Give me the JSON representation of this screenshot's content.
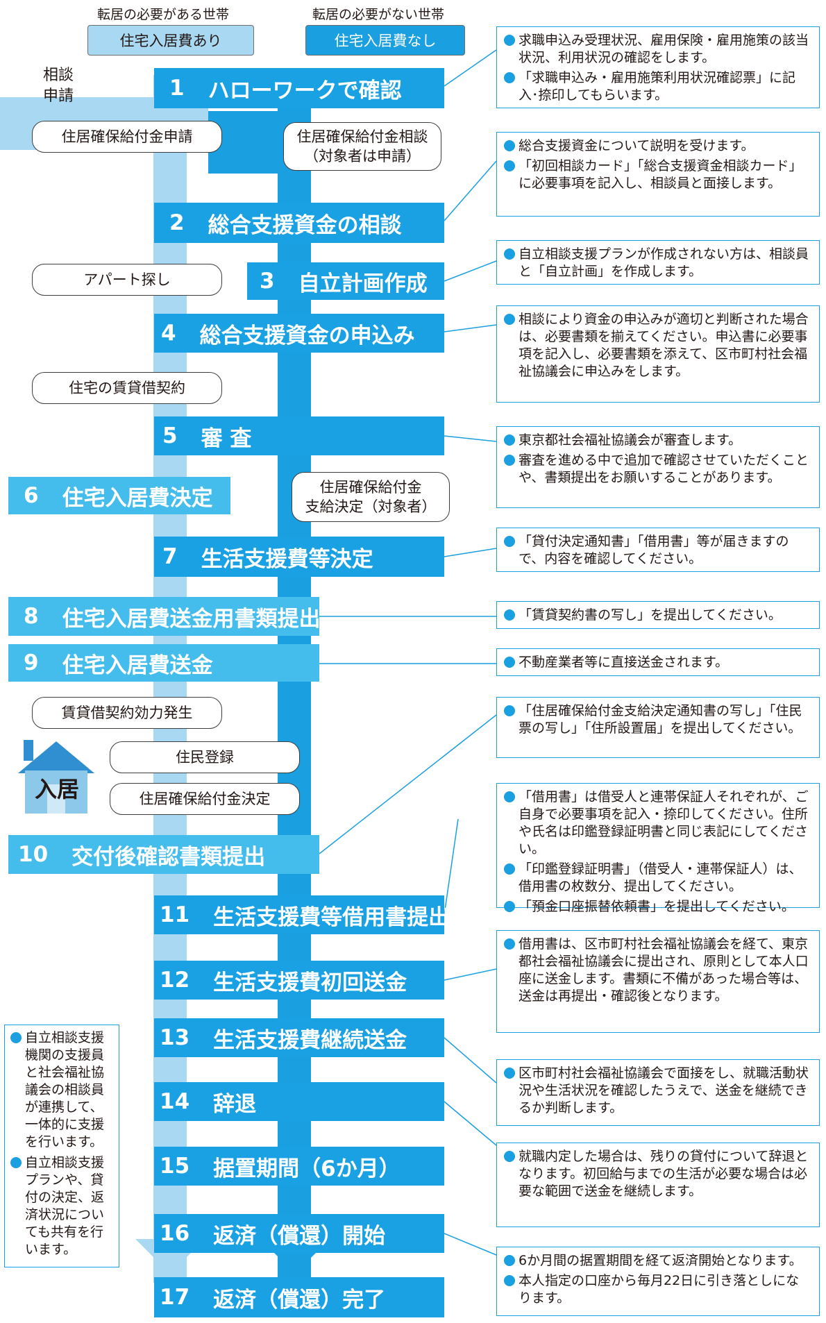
{
  "colors": {
    "dark_blue": "#1aa1e3",
    "light_blue": "#45bdec",
    "pale_blue": "#a8d8f2",
    "outline": "#1a9fe0"
  },
  "header": {
    "left_caption": "転居の必要がある世帯",
    "right_caption": "転居の必要がない世帯",
    "left_label": "住宅入居費あり",
    "right_label": "住宅入居費なし",
    "side_label_1": "相談",
    "side_label_2": "申請"
  },
  "steps": {
    "s1": {
      "num": "1",
      "label": "ハローワークで確認"
    },
    "s2": {
      "num": "2",
      "label": "総合支援資金の相談"
    },
    "s3": {
      "num": "3",
      "label": "自立計画作成"
    },
    "s4": {
      "num": "4",
      "label": "総合支援資金の申込み"
    },
    "s5": {
      "num": "5",
      "label": "審 査"
    },
    "s6": {
      "num": "6",
      "label": "住宅入居費決定"
    },
    "s7": {
      "num": "7",
      "label": "生活支援費等決定"
    },
    "s8": {
      "num": "8",
      "label": "住宅入居費送金用書類提出"
    },
    "s9": {
      "num": "9",
      "label": "住宅入居費送金"
    },
    "s10": {
      "num": "10",
      "label": "交付後確認書類提出"
    },
    "s11": {
      "num": "11",
      "label": "生活支援費等借用書提出"
    },
    "s12": {
      "num": "12",
      "label": "生活支援費初回送金"
    },
    "s13": {
      "num": "13",
      "label": "生活支援費継続送金"
    },
    "s14": {
      "num": "14",
      "label": "辞退"
    },
    "s15": {
      "num": "15",
      "label": "据置期間（6か月）"
    },
    "s16": {
      "num": "16",
      "label": "返済（償還）開始"
    },
    "s17": {
      "num": "17",
      "label": "返済（償還）完了"
    }
  },
  "pills": {
    "p1": "住居確保給付金申請",
    "p2a": "住居確保給付金相談",
    "p2b": "（対象者は申請）",
    "p3": "アパート探し",
    "p4": "住宅の賃貸借契約",
    "p5a": "住居確保給付金",
    "p5b": "支給決定（対象者）",
    "p6": "賃貸借契約効力発生",
    "p7": "住民登録",
    "p8": "住居確保給付金決定"
  },
  "house_label": "入居",
  "notes": {
    "n1": [
      "求職申込み受理状況、雇用保険・雇用施策の該当状況、利用状況の確認をします。",
      "「求職申込み・雇用施策利用状況確認票」に記入･捺印してもらいます。"
    ],
    "n2": [
      "総合支援資金について説明を受けます。",
      "「初回相談カード」「総合支援資金相談カード」に必要事項を記入し、相談員と面接します。"
    ],
    "n3": [
      "自立相談支援プランが作成されない方は、相談員と「自立計画」を作成します。"
    ],
    "n4": [
      "相談により資金の申込みが適切と判断された場合は、必要書類を揃えてください。申込書に必要事項を記入し、必要書類を添えて、区市町村社会福祉協議会に申込みをします。"
    ],
    "n5": [
      "東京都社会福祉協議会が審査します。",
      "審査を進める中で追加で確認させていただくことや、書類提出をお願いすることがあります。"
    ],
    "n6": [
      "「貸付決定通知書」「借用書」等が届きますので、内容を確認してください。"
    ],
    "n7": [
      "「賃貸契約書の写し」を提出してください。"
    ],
    "n8": [
      "不動産業者等に直接送金されます。"
    ],
    "n9": [
      "「住居確保給付金支給決定通知書の写し」「住民票の写し」「住所設置届」を提出してください。"
    ],
    "n10": [
      "「借用書」は借受人と連帯保証人それぞれが、ご自身で必要事項を記入・捺印してください。住所や氏名は印鑑登録証明書と同じ表記にしてください。",
      "「印鑑登録証明書」（借受人・連帯保証人）は、借用書の枚数分、提出してください。",
      "「預金口座振替依頼書」を提出してください。"
    ],
    "n11": [
      "借用書は、区市町村社会福祉協議会を経て、東京都社会福祉協議会に提出され、原則として本人口座に送金します。書類に不備があった場合等は、送金は再提出・確認後となります。"
    ],
    "n12": [
      "区市町村社会福祉協議会で面接をし、就職活動状況や生活状況を確認したうえで、送金を継続できるか判断します。"
    ],
    "n13": [
      "就職内定した場合は、残りの貸付について辞退となります。初回給与までの生活が必要な場合は必要な範囲で送金を継続します。"
    ],
    "n14": [
      "6か月間の据置期間を経て返済開始となります。",
      "本人指定の口座から毎月22日に引き落としになります。"
    ],
    "side": [
      "自立相談支援機関の支援員と社会福祉協議会の相談員が連携して、一体的に支援を行います。",
      "自立相談支援プランや、貸付の決定、返済状況についても共有を行います。"
    ]
  }
}
